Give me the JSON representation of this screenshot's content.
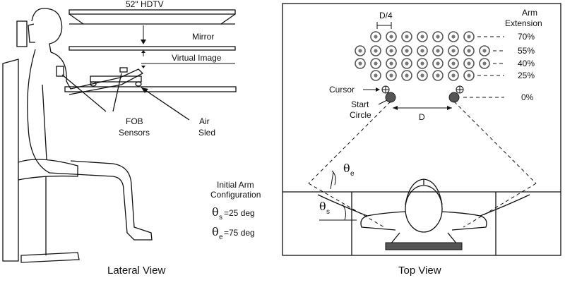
{
  "lateral": {
    "tv_label": "52\" HDTV",
    "mirror_label": "Mirror",
    "virtual_image_label": "Virtual Image",
    "fob_label_1": "FOB",
    "fob_label_2": "Sensors",
    "sled_label_1": "Air",
    "sled_label_2": "Sled",
    "caption": "Lateral View"
  },
  "config": {
    "title_1": "Initial Arm",
    "title_2": "Configuration",
    "theta_symbol": "θ",
    "shoulder_sub": "s",
    "shoulder_value": "=25 deg",
    "elbow_sub": "e",
    "elbow_value": "=75 deg"
  },
  "top": {
    "d4_label": "D/4",
    "arm_ext_1": "Arm",
    "arm_ext_2": "Extension",
    "extensions": [
      "70%",
      "55%",
      "40%",
      "25%",
      "0%"
    ],
    "cursor_label": "Cursor",
    "start_1": "Start",
    "start_2": "Circle",
    "d_label": "D",
    "theta_symbol": "θ",
    "elbow_sub": "e",
    "shoulder_sub": "s",
    "caption": "Top View",
    "target_rows": [
      7,
      9,
      9,
      7
    ]
  },
  "colors": {
    "ink": "#111111",
    "target_fill": "#777777",
    "start_fill": "#555555"
  }
}
